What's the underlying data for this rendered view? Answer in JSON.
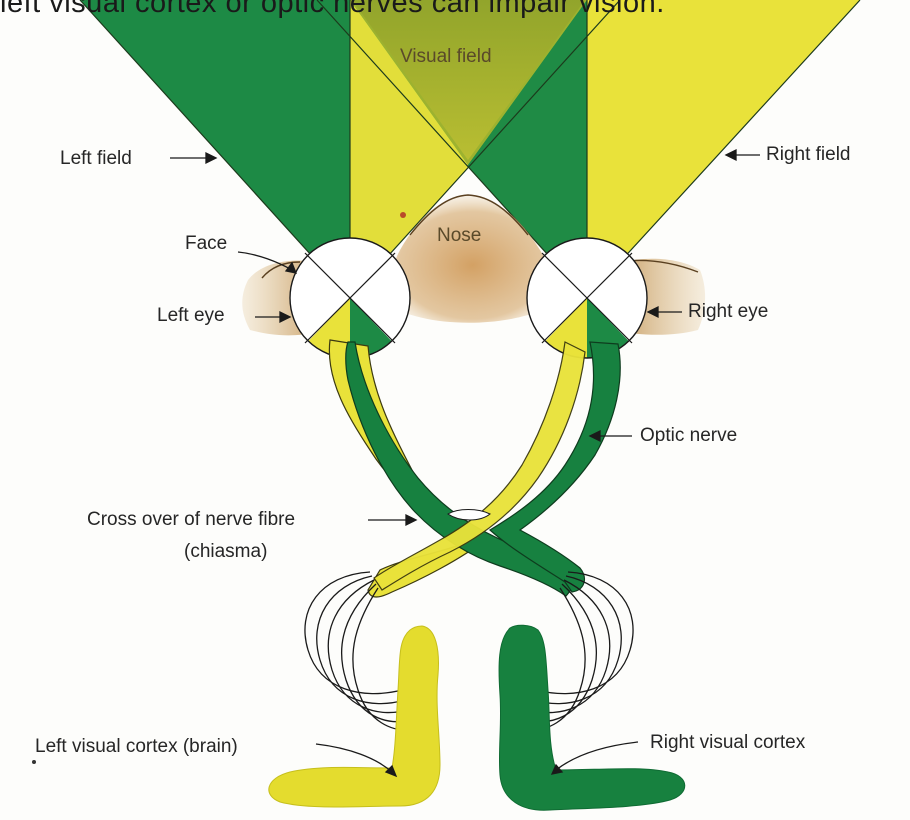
{
  "caption": "left visual cortex or optic nerves can impair vision.",
  "labels": {
    "visual_field": "Visual field",
    "left_field": "Left field",
    "right_field": "Right field",
    "nose": "Nose",
    "face": "Face",
    "left_eye": "Left eye",
    "right_eye": "Right eye",
    "optic_nerve": "Optic nerve",
    "chiasma_line1": "Cross over of nerve fibre",
    "chiasma_line2": "(chiasma)",
    "left_cortex": "Left visual cortex (brain)",
    "right_cortex": "Right visual cortex"
  },
  "colors": {
    "green": "#1d8a45",
    "dark_green": "#14743a",
    "yellow": "#e9e23a",
    "skin": "#c9a067",
    "nose": "#d7a66a"
  }
}
